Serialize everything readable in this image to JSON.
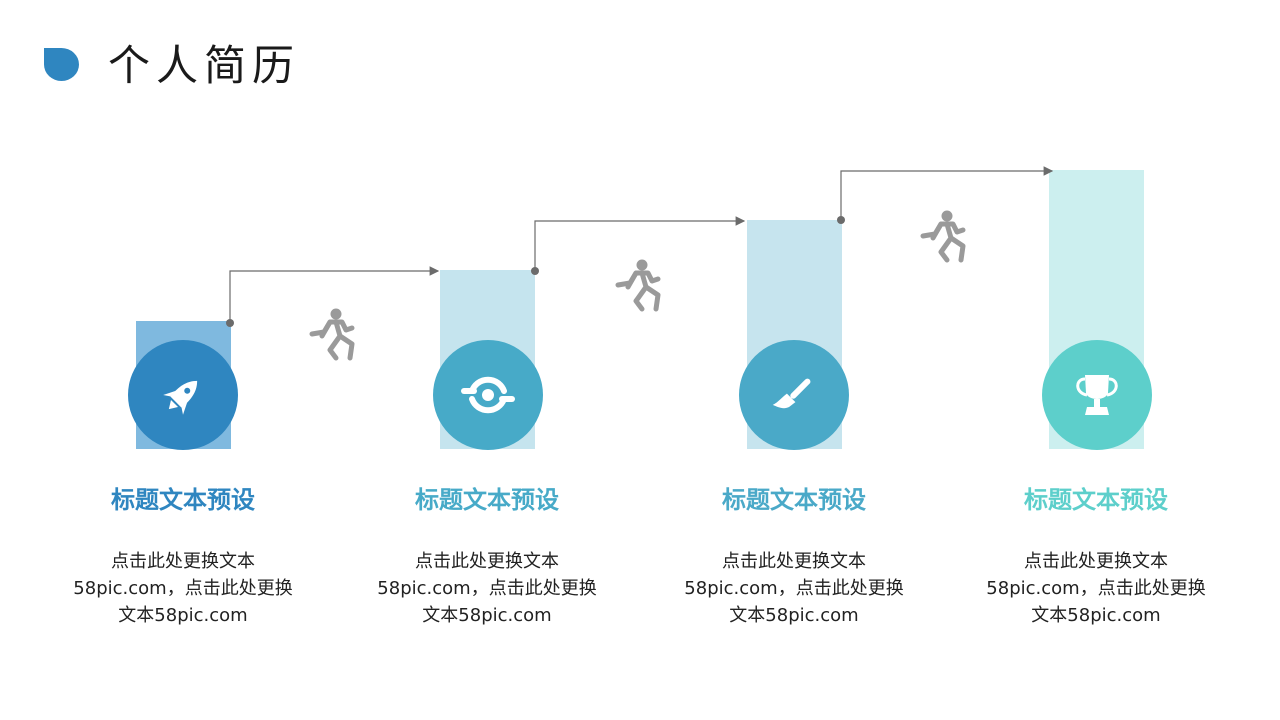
{
  "header": {
    "title": "个人简历",
    "accent_color": "#2f86c0"
  },
  "steps": [
    {
      "title": "标题文本预设",
      "desc1": "点击此处更换文本",
      "desc2": "58pic.com，点击此处更换",
      "desc3": "文本58pic.com",
      "color": "#2f86c0",
      "bar_color": "#7fb9df",
      "icon": "rocket-icon"
    },
    {
      "title": "标题文本预设",
      "desc1": "点击此处更换文本",
      "desc2": "58pic.com，点击此处更换",
      "desc3": "文本58pic.com",
      "color": "#47aac8",
      "bar_color": "#c5e4ee",
      "icon": "refresh-icon"
    },
    {
      "title": "标题文本预设",
      "desc1": "点击此处更换文本",
      "desc2": "58pic.com，点击此处更换",
      "desc3": "文本58pic.com",
      "color": "#4aa9c8",
      "bar_color": "#c6e4ee",
      "icon": "brush-icon"
    },
    {
      "title": "标题文本预设",
      "desc1": "点击此处更换文本",
      "desc2": "58pic.com，点击此处更换",
      "desc3": "文本58pic.com",
      "color": "#5dcfcb",
      "bar_color": "#ccefef",
      "icon": "trophy-icon"
    }
  ],
  "runner_icon_color": "#9a9a9a"
}
